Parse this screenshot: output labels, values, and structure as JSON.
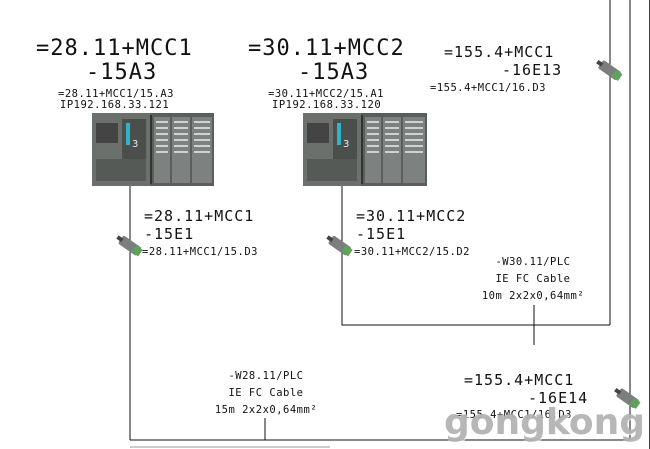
{
  "plc_left": {
    "tag_line1": "=28.11+MCC1",
    "tag_line2": "-15A3",
    "ref": "=28.11+MCC1/15.A3",
    "ip": "IP192.168.33.121"
  },
  "plc_mid": {
    "tag_line1": "=30.11+MCC2",
    "tag_line2": "-15A3",
    "ref": "=30.11+MCC2/15.A1",
    "ip": "IP192.168.33.120"
  },
  "conn_right_top": {
    "tag_line1": "=155.4+MCC1",
    "tag_line2": "-16E13",
    "ref": "=155.4+MCC1/16.D3"
  },
  "conn_left": {
    "tag_line1": "=28.11+MCC1",
    "tag_line2": "-15E1",
    "ref": "=28.11+MCC1/15.D3"
  },
  "conn_mid": {
    "tag_line1": "=30.11+MCC2",
    "tag_line2": "-15E1",
    "ref": "=30.11+MCC2/15.D2"
  },
  "cable_mid": {
    "name": "-W30.11/PLC",
    "type": "IE FC Cable",
    "spec": "10m 2x2x0,64mm²"
  },
  "cable_left": {
    "name": "-W28.11/PLC",
    "type": "IE FC Cable",
    "spec": "15m 2x2x0,64mm²"
  },
  "conn_right_bottom": {
    "tag_line1": "=155.4+MCC1",
    "tag_line2": "-16E14",
    "ref": "=155.4+MCC1/16.D3"
  },
  "watermark": "gongkong",
  "colors": {
    "plc_body": "#5a5f5c",
    "plc_panel": "#7d8280",
    "connector_green": "#5fa35a",
    "wire": "#111111"
  }
}
